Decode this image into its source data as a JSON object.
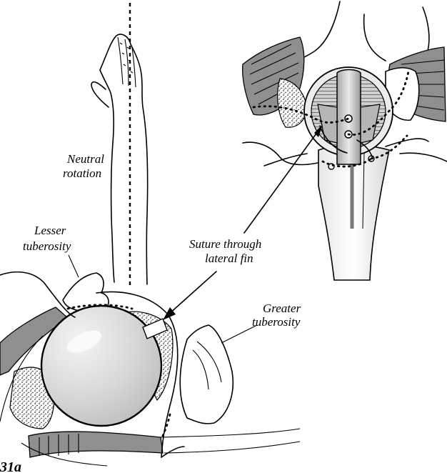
{
  "labels": {
    "neutral_rotation_1": "Neutral",
    "neutral_rotation_2": "rotation",
    "lesser_tuberosity_1": "Lesser",
    "lesser_tuberosity_2": "tuberosity",
    "suture_1": "Suture through",
    "suture_2": "lateral fin",
    "greater_tuberosity_1": "Greater",
    "greater_tuberosity_2": "tuberosity",
    "figure_number": "31a"
  },
  "colors": {
    "ink": "#000000",
    "muscle": "#8f8f8f",
    "head_light": "#f4f4f4",
    "head_dark": "#bdbdbd",
    "background": "#ffffff"
  }
}
